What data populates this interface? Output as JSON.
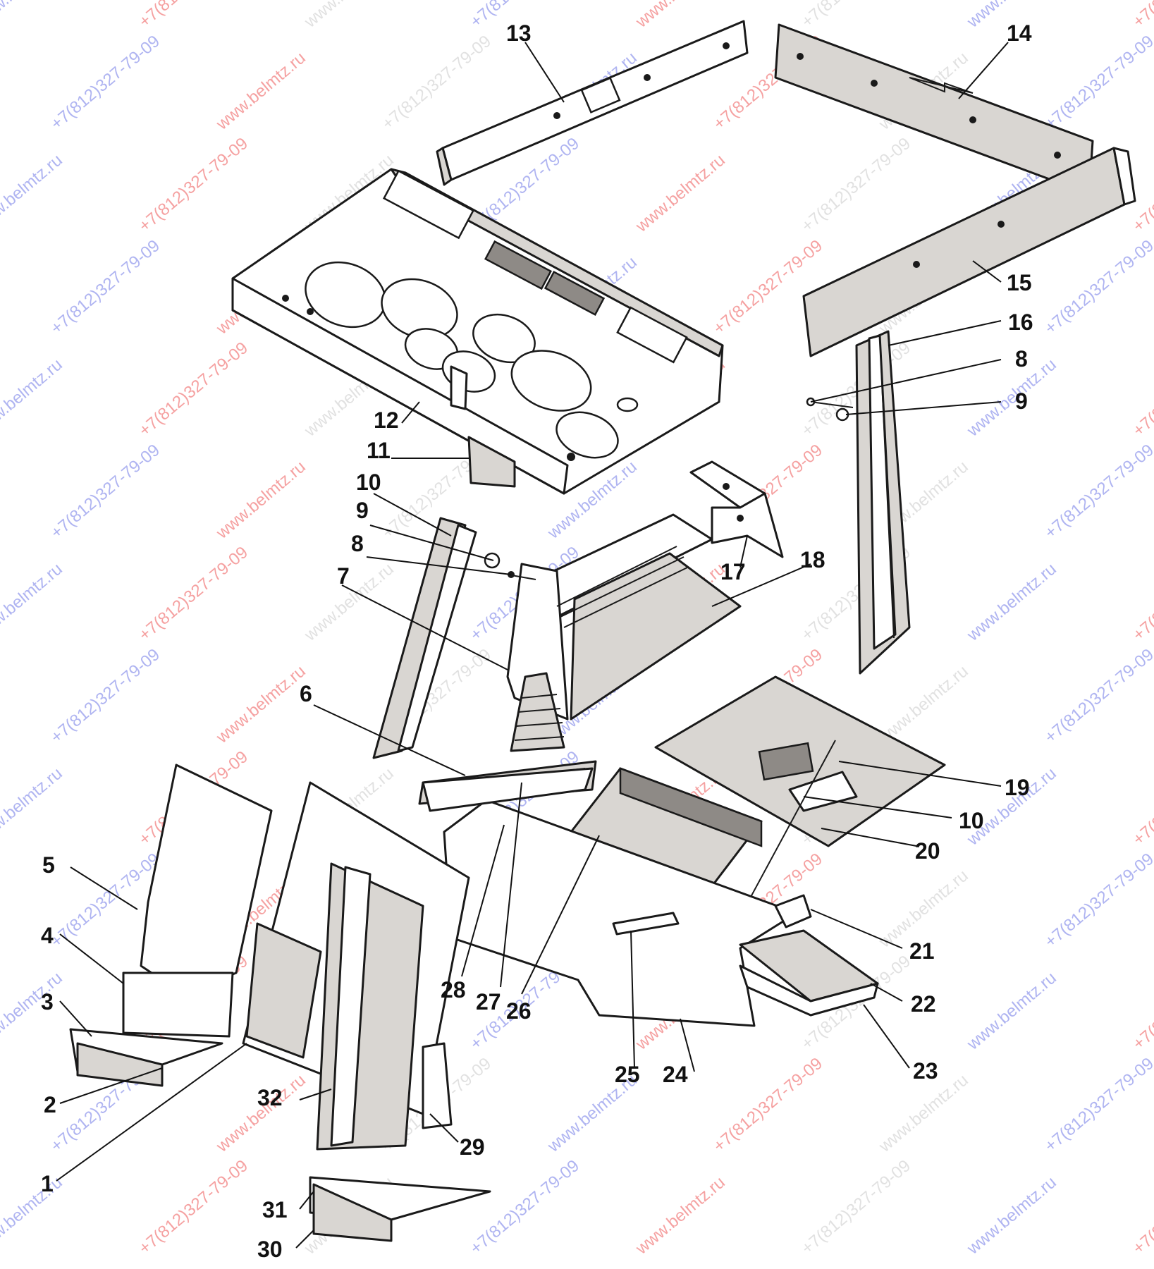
{
  "diagram": {
    "callouts": [
      "1",
      "2",
      "3",
      "4",
      "5",
      "6",
      "7",
      "8",
      "9",
      "10",
      "11",
      "12",
      "13",
      "14",
      "15",
      "16",
      "17",
      "18",
      "19",
      "20",
      "21",
      "22",
      "23",
      "24",
      "25",
      "26",
      "27",
      "28",
      "29",
      "30",
      "31",
      "32"
    ],
    "watermarks": [
      "www.belmtz.ru",
      "+7(812)327-79-09"
    ],
    "colors": {
      "line": "#1a1a1a",
      "fill_shade": "#d9d6d2",
      "watermark_blue": "#6f78e6",
      "watermark_red": "#ee5555"
    }
  }
}
